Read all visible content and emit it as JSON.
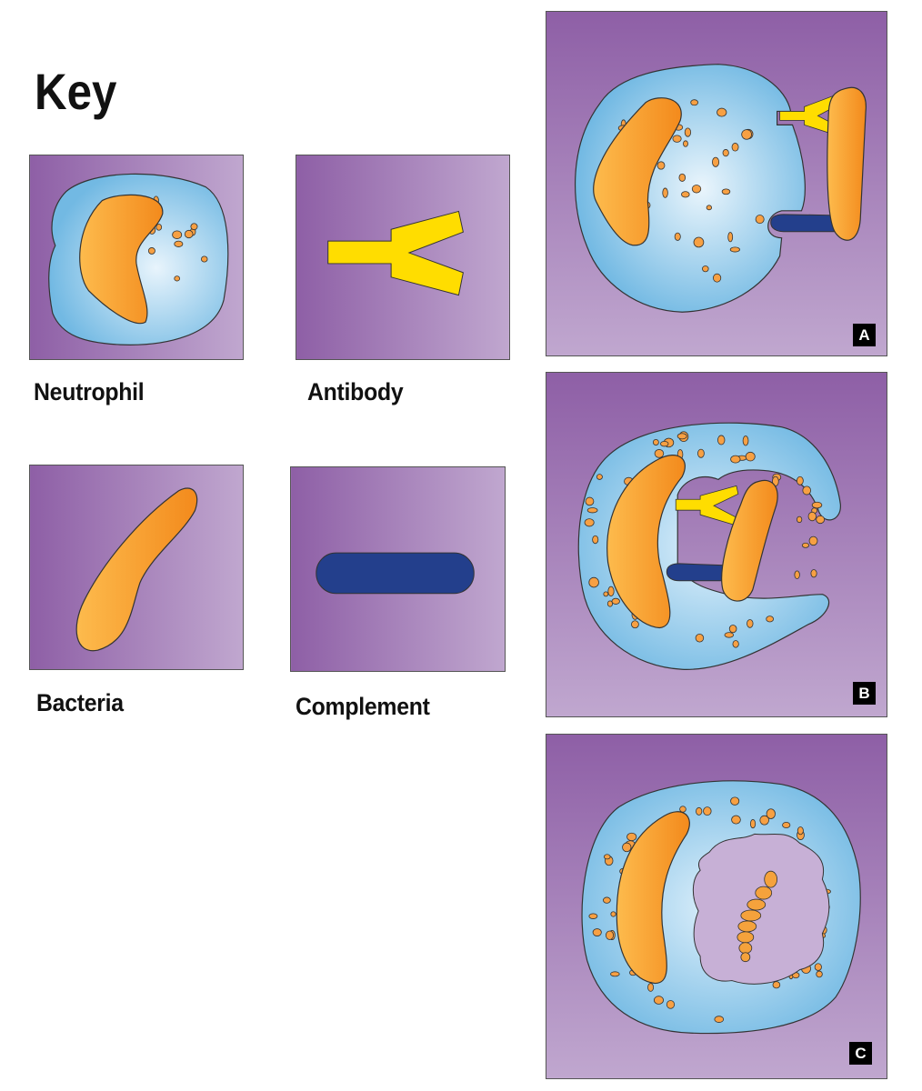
{
  "key": {
    "title": "Key",
    "items": [
      {
        "label": "Neutrophil"
      },
      {
        "label": "Antibody"
      },
      {
        "label": "Bacteria"
      },
      {
        "label": "Complement"
      }
    ]
  },
  "stages": [
    {
      "letter": "A"
    },
    {
      "letter": "B"
    },
    {
      "letter": "C"
    }
  ],
  "colors": {
    "background_dark": "#8e5fa6",
    "background_light": "#c0a7cf",
    "cytoplasm": "#7dc0e6",
    "nucleus": "#f5901e",
    "antibody": "#ffdd00",
    "complement": "#233f8c",
    "phagosome": "#c7b0d6"
  }
}
